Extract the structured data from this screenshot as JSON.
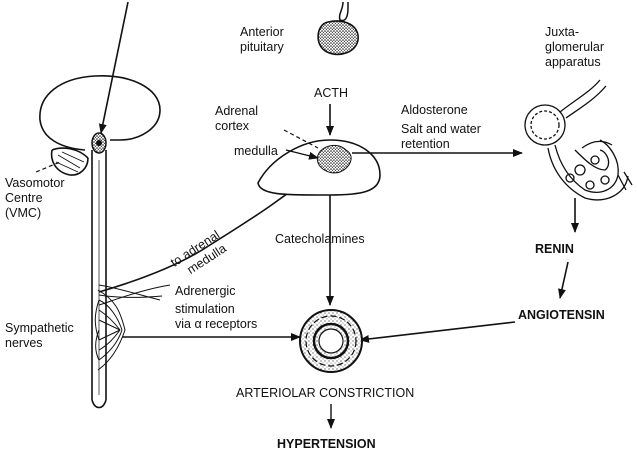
{
  "labels": {
    "anterior_pituitary": [
      "Anterior",
      "pituitary"
    ],
    "acth": "ACTH",
    "adrenal_cortex": [
      "Adrenal",
      "cortex"
    ],
    "medulla": "medulla",
    "aldosterone": "Aldosterone",
    "salt_water": [
      "Salt and water",
      "retention"
    ],
    "juxtaglomerular": [
      "Juxta-",
      "glomerular",
      "apparatus"
    ],
    "vasomotor": [
      "Vasomotor",
      "Centre",
      "(VMC)"
    ],
    "to_adrenal_medulla": [
      "to adrenal",
      "medulla"
    ],
    "catecholamines": "Catecholamines",
    "renin": "RENIN",
    "angiotensin": "ANGIOTENSIN",
    "adrenergic": [
      "Adrenergic",
      "stimulation",
      "via α receptors"
    ],
    "sympathetic": [
      "Sympathetic",
      "nerves"
    ],
    "arteriolar": "ARTERIOLAR CONSTRICTION",
    "hypertension": "HYPERTENSION"
  }
}
